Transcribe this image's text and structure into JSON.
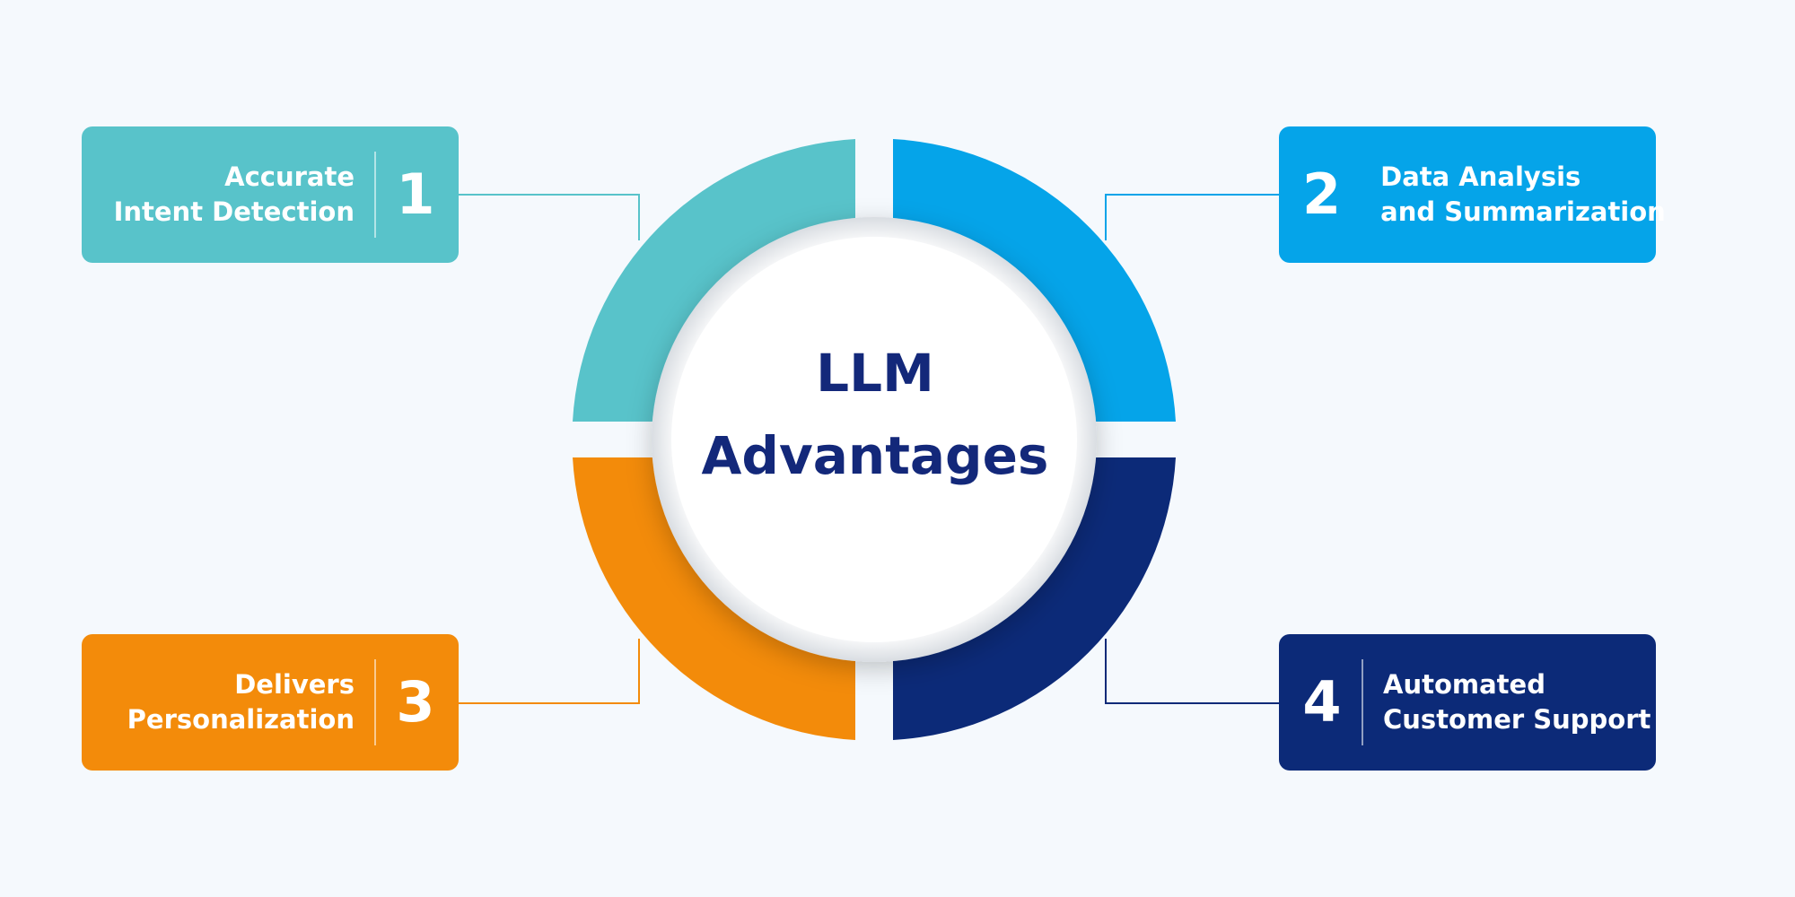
{
  "title_line1": "LLM",
  "title_line2": "Advantages",
  "colors": {
    "background": "#f5f9fd",
    "teal": "#58c3ca",
    "sky_blue": "#05a4e9",
    "orange": "#f38b0a",
    "navy": "#0c2a78",
    "title": "#13287a"
  },
  "items": [
    {
      "number": "1",
      "line1": "Accurate",
      "line2": "Intent Detection",
      "color": "#58c3ca"
    },
    {
      "number": "2",
      "line1": "Data Analysis",
      "line2": "and Summarization",
      "color": "#05a4e9"
    },
    {
      "number": "3",
      "line1": "Delivers",
      "line2": "Personalization",
      "color": "#f38b0a"
    },
    {
      "number": "4",
      "line1": "Automated",
      "line2": "Customer Support",
      "color": "#0c2a78"
    }
  ]
}
